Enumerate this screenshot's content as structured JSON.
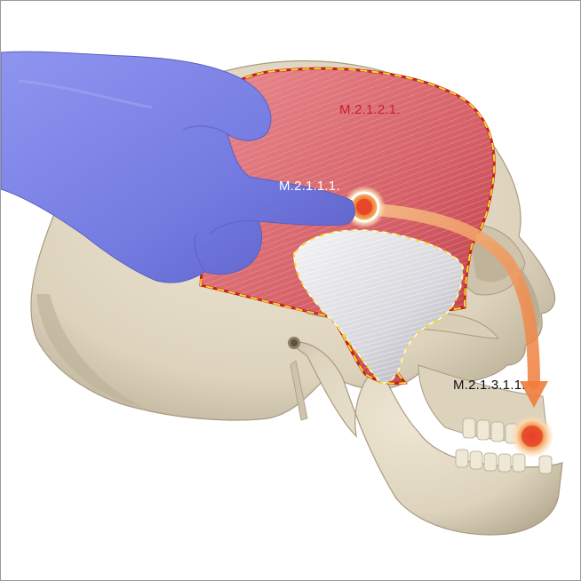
{
  "figure": {
    "labels": {
      "temporalis_region": "M.2.1.2.1.",
      "trigger_point": "M.2.1.1.1.",
      "referral_point": "M.2.1.3.1.1."
    }
  },
  "colors": {
    "glove": "#7d84e6",
    "bone": "#e2d9c4",
    "muscle": "#d25a62",
    "outline_red": "#c41e1e",
    "outline_yellow": "#f4d92a",
    "arrow": "#f3a35a",
    "hotspot": "#e8452a"
  },
  "icons": [
    "skull-image",
    "gloved-hand-image",
    "trigger-point-marker",
    "referral-arrow",
    "referral-point-marker"
  ]
}
